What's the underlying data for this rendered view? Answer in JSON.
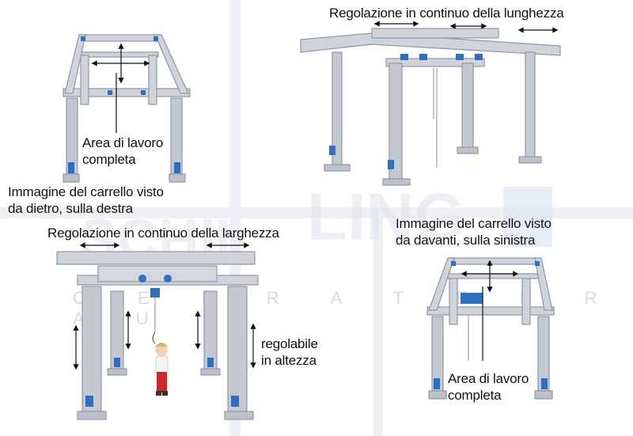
{
  "watermark": {
    "brand_left": "SCHIL",
    "brand_right": "LING",
    "tagline": "C  E  R  R  A  T  E  R  R  A  U"
  },
  "captions": {
    "top_left_work_area": [
      "Area di lavoro",
      "completa"
    ],
    "rear_view": [
      "Immagine del carrello visto",
      "da dietro, sulla destra"
    ],
    "length_adjust": "Regolazione in continuo della lunghezza",
    "width_adjust": "Regolazione in continuo della larghezza",
    "front_view": [
      "Immagine del carrello visto",
      "da davanti, sulla sinistra"
    ],
    "height_adjust": [
      "regolabile",
      "in altezza"
    ],
    "bottom_right_work_area": [
      "Area di lavoro",
      "completa"
    ]
  },
  "colors": {
    "frame": "#c9ced6",
    "frame_dark": "#8f97a3",
    "accent_blue": "#2f6fc0",
    "divider": "#e9ecf0"
  }
}
